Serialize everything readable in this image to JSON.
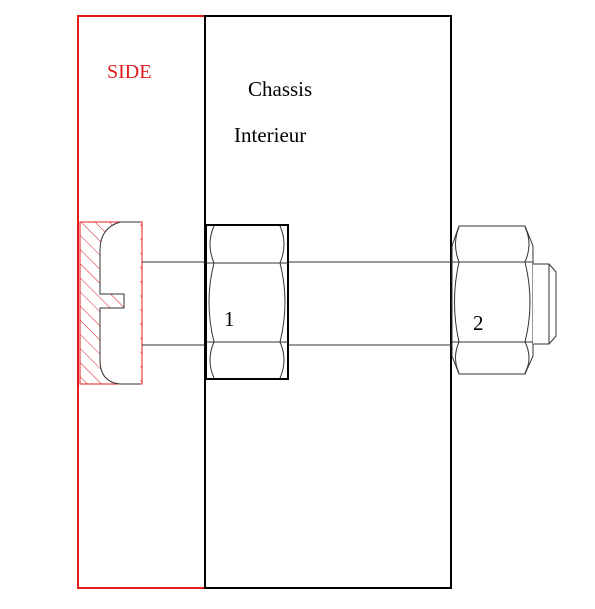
{
  "labels": {
    "side": "SIDE",
    "chassis_line1": "Chassis",
    "chassis_line2": "Interieur",
    "nut_1": "1",
    "nut_2": "2"
  },
  "colors": {
    "side": "#e31b1b",
    "outline": "#000000",
    "thin_line": "#333333",
    "background": "#ffffff"
  }
}
